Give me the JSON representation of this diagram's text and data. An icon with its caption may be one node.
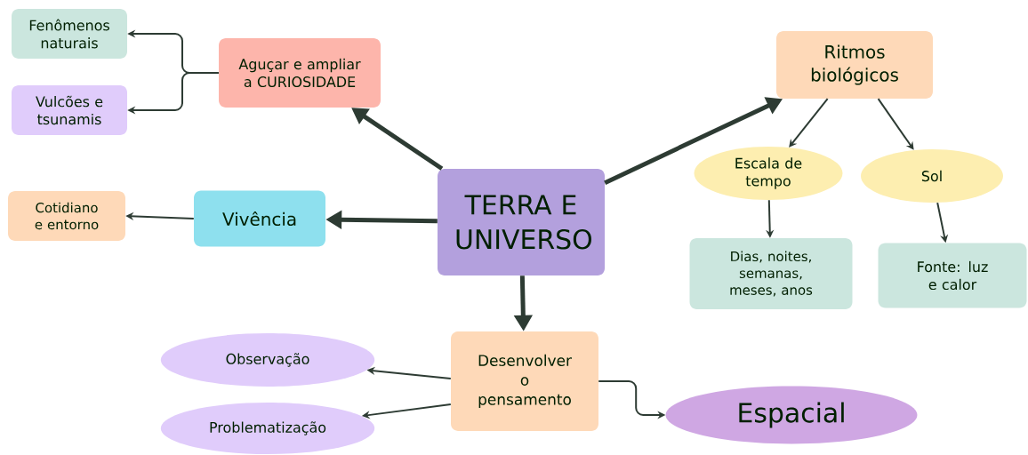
{
  "diagram": {
    "nodes": [
      {
        "text": [
          "TERRA E UNIVERSO"
        ]
      },
      {
        "text": [
          "Aguçar e ampliar a CURIOSIDADE"
        ]
      },
      {
        "text": [
          "Fenômenos naturais"
        ]
      },
      {
        "text": [
          "Vulcões e tsunamis"
        ]
      },
      {
        "text": [
          "Vivência"
        ]
      },
      {
        "text": [
          "Cotidiano e entorno"
        ]
      },
      {
        "text": [
          "Ritmos biológicos"
        ]
      },
      {
        "text": [
          "Escala de tempo"
        ]
      },
      {
        "text": [
          "Sol"
        ]
      },
      {
        "text": [
          "Dias, noites, semanas, meses, anos"
        ]
      },
      {
        "text": [
          "Fonte: luz e calor"
        ]
      },
      {
        "text": [
          "Desenvolver o pensamento"
        ]
      },
      {
        "text": [
          "Observação"
        ]
      },
      {
        "text": [
          "Problematização"
        ]
      },
      {
        "text": [
          "Espacial"
        ]
      }
    ],
    "edges": [
      {
        "from": 0,
        "to": 1,
        "arrow": "to",
        "style": "thick"
      },
      {
        "from": 1,
        "to": 2,
        "arrow": "to"
      },
      {
        "from": 1,
        "to": 3,
        "arrow": "to"
      },
      {
        "from": 0,
        "to": 4,
        "arrow": "to",
        "style": "thick"
      },
      {
        "from": 4,
        "to": 5,
        "arrow": "to"
      },
      {
        "from": 0,
        "to": 6,
        "arrow": "to",
        "style": "thick"
      },
      {
        "from": 6,
        "to": 7,
        "arrow": "to"
      },
      {
        "from": 6,
        "to": 8,
        "arrow": "to"
      },
      {
        "from": 7,
        "to": 9,
        "arrow": "to"
      },
      {
        "from": 8,
        "to": 10,
        "arrow": "to"
      },
      {
        "from": 0,
        "to": 11,
        "arrow": "to",
        "style": "thick"
      },
      {
        "from": 11,
        "to": 12,
        "arrow": "to"
      },
      {
        "from": 11,
        "to": 13,
        "arrow": "to"
      },
      {
        "from": 11,
        "to": 14,
        "arrow": "to"
      }
    ]
  }
}
